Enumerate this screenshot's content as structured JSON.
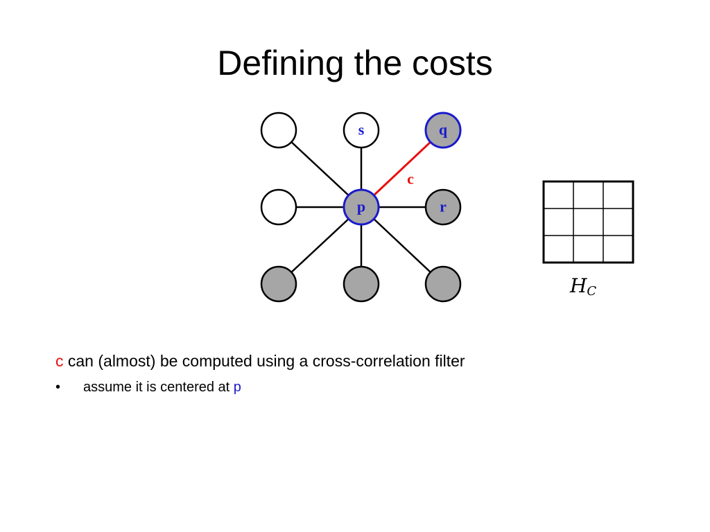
{
  "slide": {
    "title": "Defining the costs"
  },
  "diagram": {
    "nodes": [
      {
        "id": "top-left",
        "label": "",
        "fill": "white",
        "ring": "black"
      },
      {
        "id": "top-middle",
        "label": "s",
        "fill": "white",
        "ring": "black"
      },
      {
        "id": "top-right",
        "label": "q",
        "fill": "gray",
        "ring": "blue"
      },
      {
        "id": "middle-left",
        "label": "",
        "fill": "white",
        "ring": "black"
      },
      {
        "id": "center",
        "label": "p",
        "fill": "gray",
        "ring": "blue"
      },
      {
        "id": "middle-right",
        "label": "r",
        "fill": "gray",
        "ring": "black"
      },
      {
        "id": "bottom-left",
        "label": "",
        "fill": "gray",
        "ring": "black"
      },
      {
        "id": "bottom-middle",
        "label": "",
        "fill": "gray",
        "ring": "black"
      },
      {
        "id": "bottom-right",
        "label": "",
        "fill": "gray",
        "ring": "black"
      }
    ],
    "edges": [
      {
        "from": "center",
        "to": "top-left",
        "highlight": false
      },
      {
        "from": "center",
        "to": "top-middle",
        "highlight": false
      },
      {
        "from": "center",
        "to": "top-right",
        "highlight": true,
        "label": "c"
      },
      {
        "from": "center",
        "to": "middle-left",
        "highlight": false
      },
      {
        "from": "center",
        "to": "middle-right",
        "highlight": false
      },
      {
        "from": "center",
        "to": "bottom-left",
        "highlight": false
      },
      {
        "from": "center",
        "to": "bottom-middle",
        "highlight": false
      },
      {
        "from": "center",
        "to": "bottom-right",
        "highlight": false
      }
    ],
    "matrix": {
      "rows": 3,
      "cols": 3,
      "label_main": "H",
      "label_sub": "C"
    }
  },
  "text": {
    "line1_highlight": "c",
    "line1_rest": " can (almost) be computed using a cross-correlation filter",
    "bullet_symbol": "•",
    "bullet_text": "assume it is centered at ",
    "bullet_highlight": "p"
  },
  "colors": {
    "red": "#e81010",
    "blue": "#1a1acc",
    "gray_fill": "#a6a6a6",
    "white_fill": "#ffffff"
  }
}
